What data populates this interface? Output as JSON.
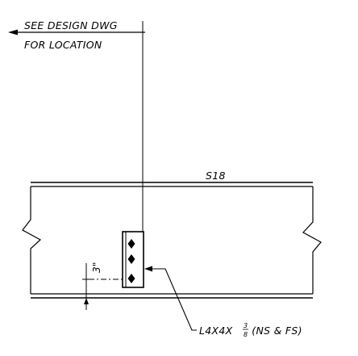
{
  "notes": {
    "location_line1": "SEE DESIGN DWG",
    "location_line2": "FOR LOCATION",
    "beam_label": "S18",
    "dimension": "3\"",
    "angle_label_main": "L4X4X",
    "angle_frac_num": "3",
    "angle_frac_den": "8",
    "angle_label_suffix": " (NS & FS)"
  },
  "colors": {
    "ink": "#000000",
    "paper": "#ffffff"
  }
}
